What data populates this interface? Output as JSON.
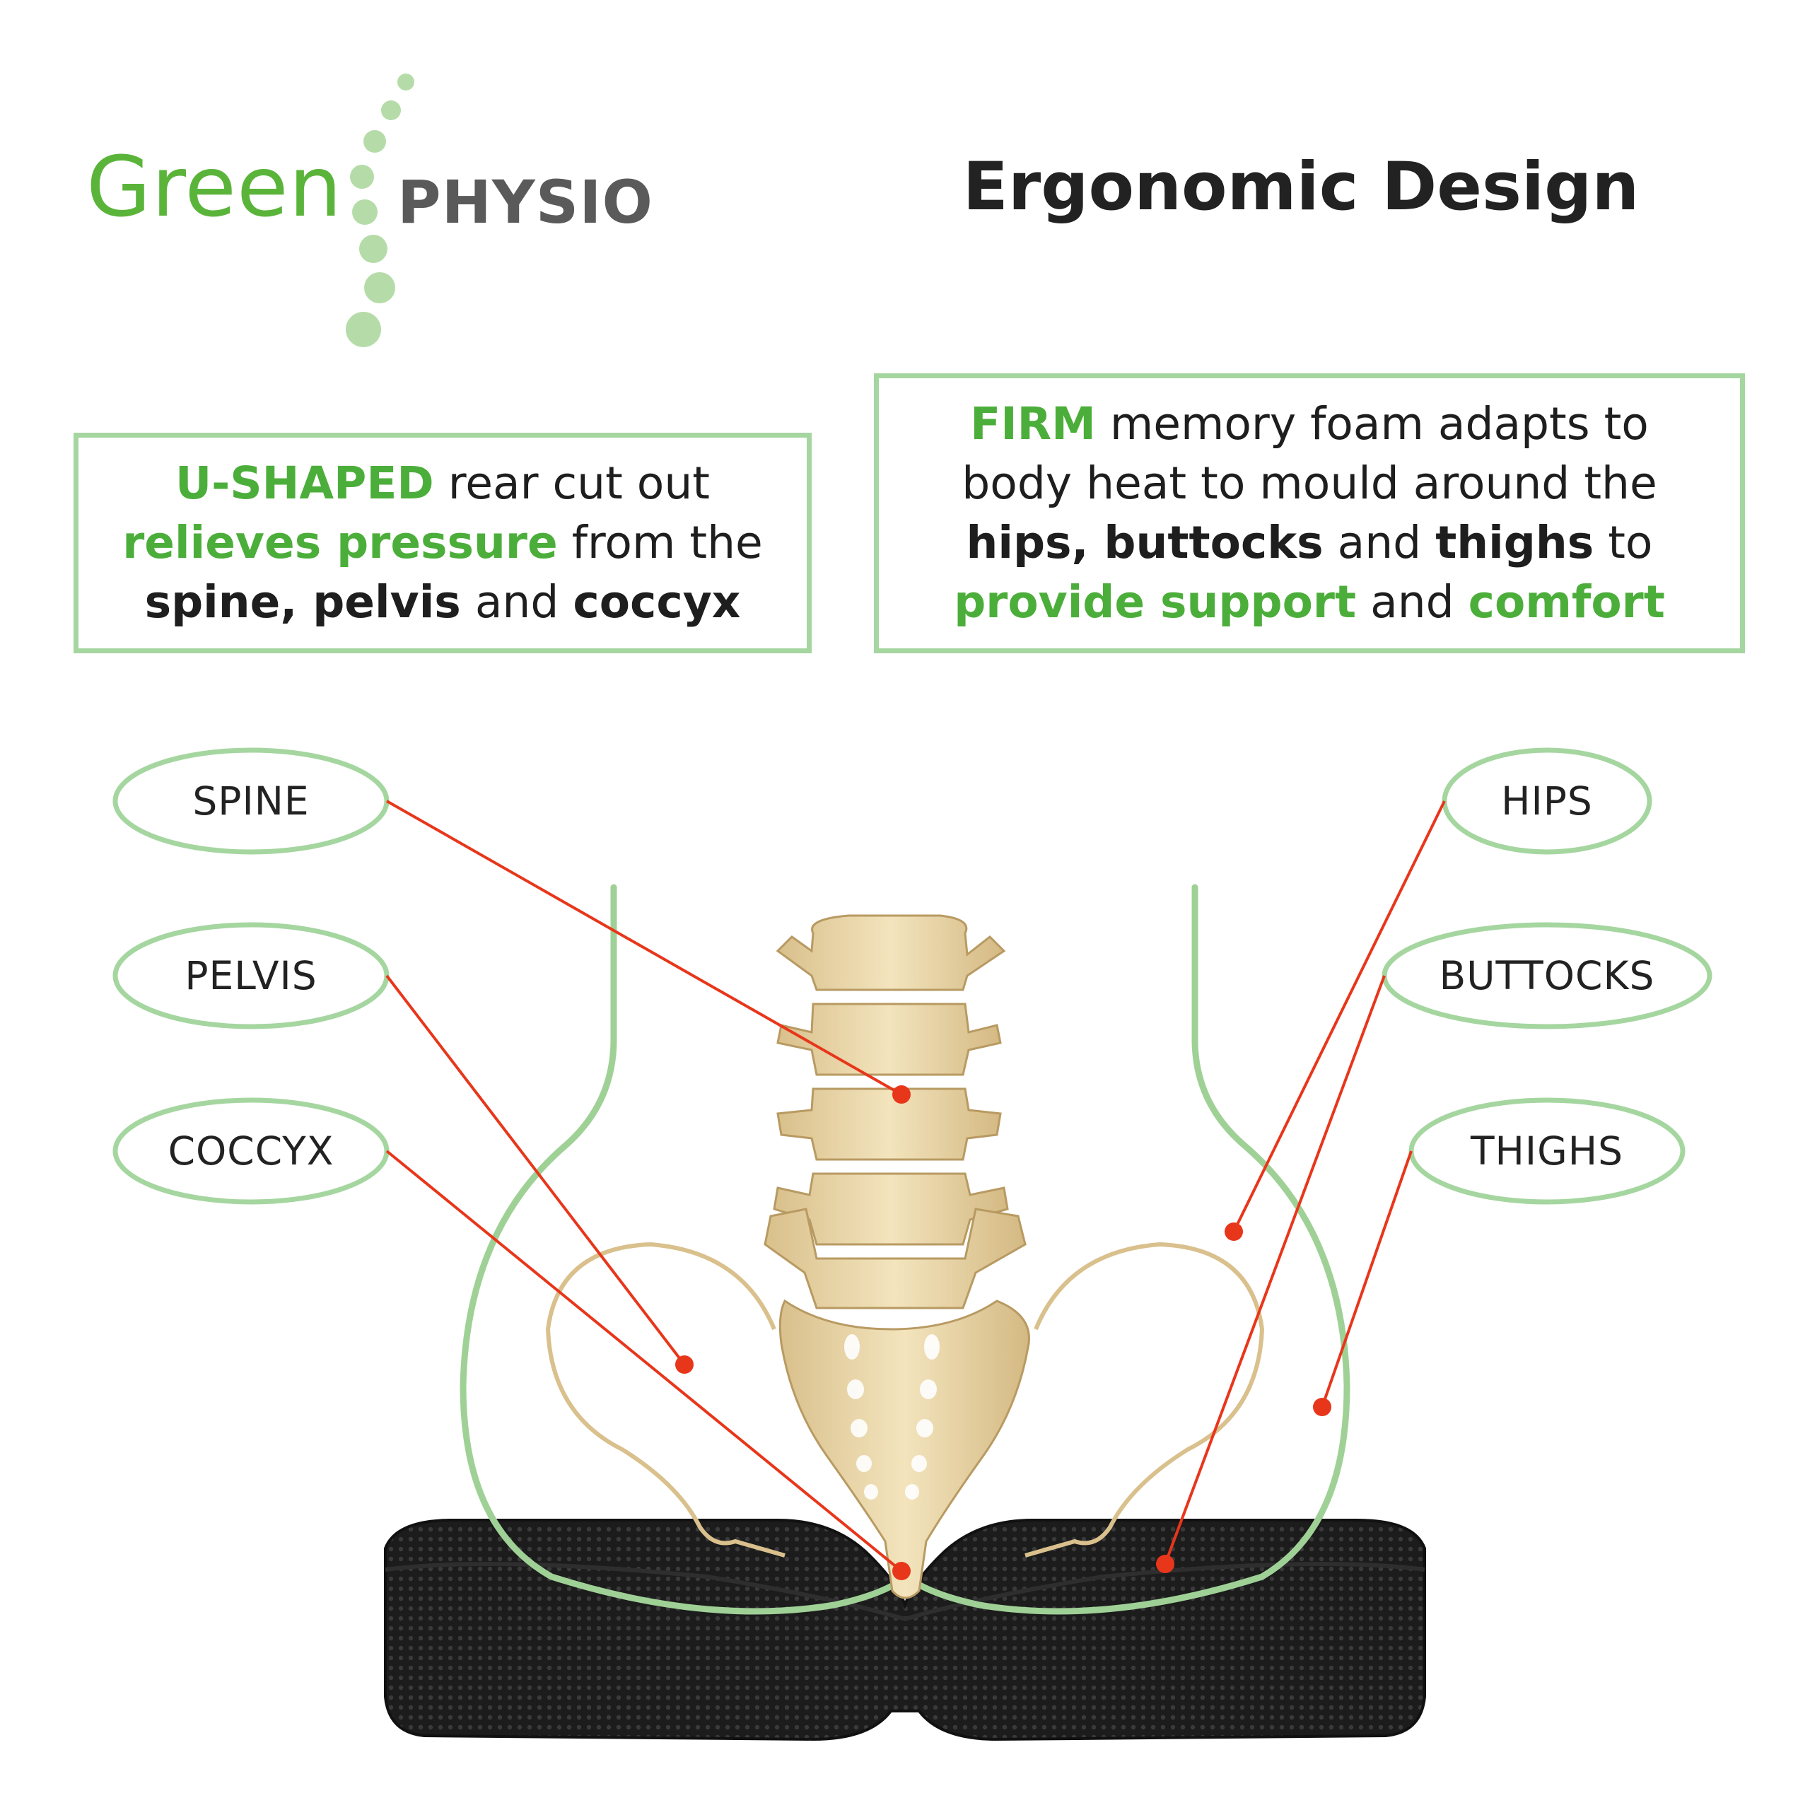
{
  "brand": {
    "green_word": "Green",
    "physio_word": "PHYSIO"
  },
  "title": "Ergonomic Design",
  "callout_left": {
    "line1": {
      "hl": "U-SHAPED",
      "text": " rear cut out"
    },
    "line2": {
      "hl": "relieves pressure",
      "text": " from the"
    },
    "line3": {
      "b1": "spine, pelvis",
      "t1": " and ",
      "b2": "coccyx"
    }
  },
  "callout_right": {
    "line1": {
      "hl": "FIRM",
      "text": " memory foam adapts to"
    },
    "line2": {
      "text": "body heat to mould around the"
    },
    "line3": {
      "b1": "hips, buttocks",
      "t1": " and ",
      "b2": "thighs",
      "t2": " to"
    },
    "line4": {
      "g1": "provide support",
      "t1": " and ",
      "g2": "comfort"
    }
  },
  "labels": {
    "spine": "SPINE",
    "pelvis": "PELVIS",
    "coccyx": "COCCYX",
    "hips": "HIPS",
    "buttocks": "BUTTOCKS",
    "thighs": "THIGHS"
  },
  "colors": {
    "brand_green": "#5ab43a",
    "brand_gray": "#5a5a5a",
    "dot_green": "#b5dca8",
    "box_border": "#a5d6a0",
    "highlight_green": "#4cae3a",
    "silhouette": "#9fd196",
    "pointer_red": "#e8361b",
    "bone": "#e8d6a8",
    "cushion": "#1c1c1c"
  }
}
